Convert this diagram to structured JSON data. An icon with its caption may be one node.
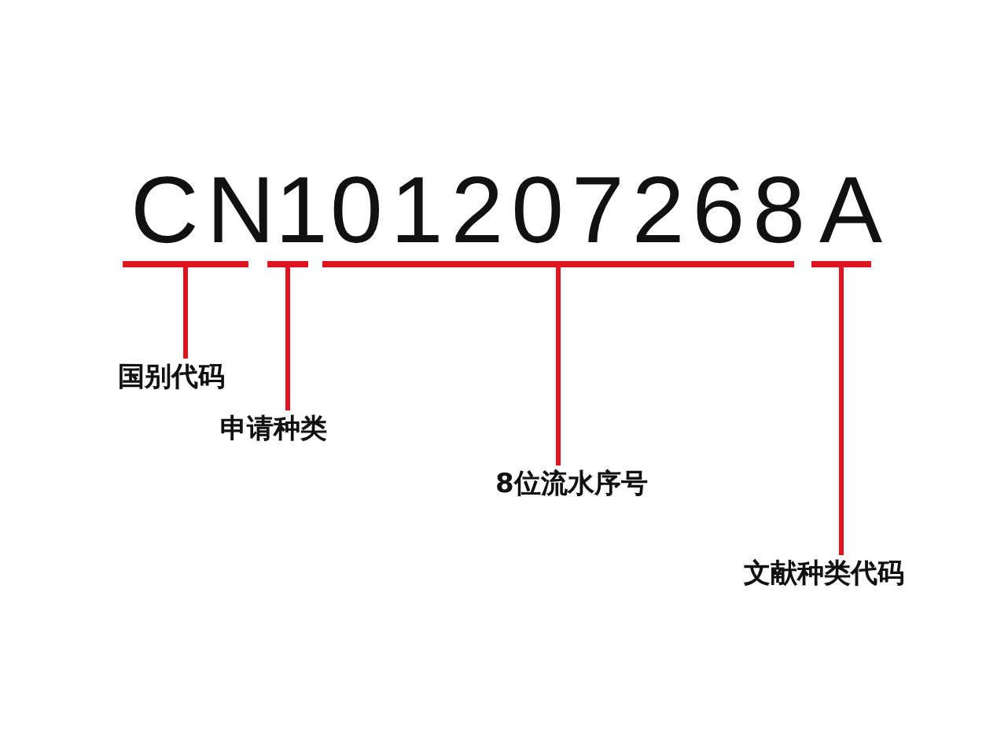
{
  "diagram": {
    "nodes": [
      {
        "text": [
          "CN"
        ]
      },
      {
        "text": [
          "1"
        ]
      },
      {
        "text": [
          "01207268"
        ]
      },
      {
        "text": [
          "A"
        ]
      },
      {
        "text": [
          "国别代码"
        ]
      },
      {
        "text": [
          "申请种类"
        ]
      },
      {
        "text": [
          "8位流水序号"
        ]
      },
      {
        "text": [
          "文献种类代码"
        ]
      }
    ],
    "edges": [
      {
        "from": 4,
        "to": 0,
        "arrow": "none"
      },
      {
        "from": 5,
        "to": 1,
        "arrow": "none"
      },
      {
        "from": 6,
        "to": 2,
        "arrow": "none"
      },
      {
        "from": 7,
        "to": 3,
        "arrow": "none"
      }
    ]
  }
}
